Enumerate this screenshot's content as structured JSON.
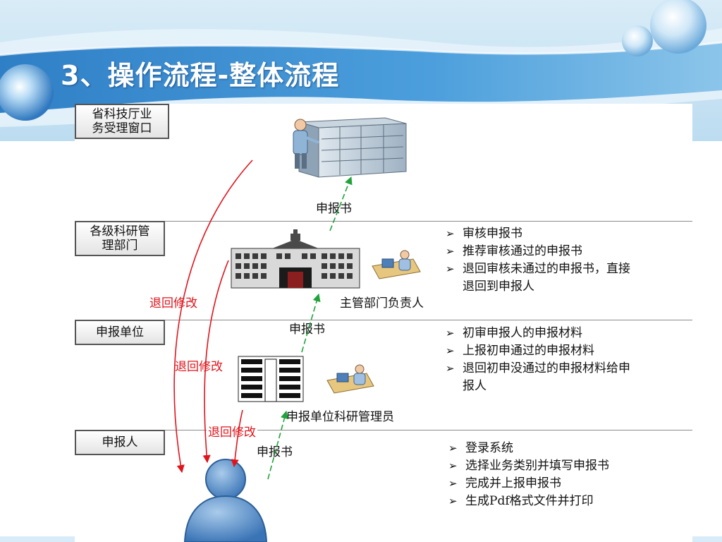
{
  "slide": {
    "title": "3、操作流程-整体流程"
  },
  "lanes": [
    {
      "label": "省科技厅业\n务受理窗口"
    },
    {
      "label": "各级科研管\n理部门"
    },
    {
      "label": "申报单位"
    },
    {
      "label": "申报人"
    }
  ],
  "flow_labels": {
    "doc_to_office": "申报书",
    "doc_to_dept": "申报书",
    "doc_from_applicant": "申报书",
    "dept_head": "主管部门负责人",
    "unit_admin": "申报单位科研管理员"
  },
  "return_labels": {
    "office": "退回修改",
    "dept": "退回修改",
    "unit": "退回修改"
  },
  "bullets": {
    "dept": [
      "审核申报书",
      "推荐审核通过的申报书",
      "退回审核未通过的申报书，直接\n退回到申报人"
    ],
    "unit": [
      "初审申报人的申报材料",
      "上报初申通过的申报材料",
      "退回初申没通过的申报材料给申\n报人"
    ],
    "applicant": [
      "登录系统",
      "选择业务类别并填写申报书",
      "完成并上报申报书",
      "生成Pdf格式文件并打印"
    ]
  },
  "colors": {
    "return_arrow": "#e0141b",
    "submit_arrow": "#1fa33a",
    "banner": "#3f8fd2"
  }
}
